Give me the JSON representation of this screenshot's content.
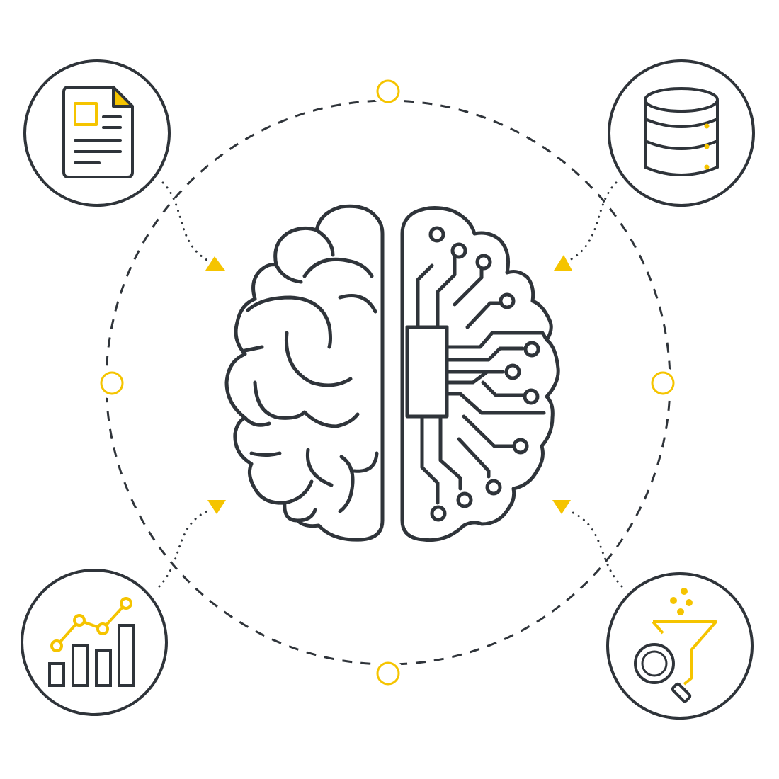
{
  "colors": {
    "stroke": "#2f343a",
    "accent": "#f5c400",
    "background": "#ffffff"
  },
  "center": {
    "icon": "brain-circuit-icon"
  },
  "corner_nodes": [
    {
      "position": "top-left",
      "icon": "document-icon"
    },
    {
      "position": "top-right",
      "icon": "database-icon"
    },
    {
      "position": "bottom-left",
      "icon": "bar-chart-icon"
    },
    {
      "position": "bottom-right",
      "icon": "funnel-search-icon"
    }
  ],
  "ring": {
    "style": "dashed",
    "markers": [
      "top",
      "right",
      "bottom",
      "left"
    ]
  },
  "connectors": [
    {
      "from": "top-left",
      "style": "dotted",
      "arrow": "in"
    },
    {
      "from": "top-right",
      "style": "dotted",
      "arrow": "in"
    },
    {
      "from": "bottom-left",
      "style": "dotted",
      "arrow": "out"
    },
    {
      "from": "bottom-right",
      "style": "dotted",
      "arrow": "out"
    }
  ]
}
